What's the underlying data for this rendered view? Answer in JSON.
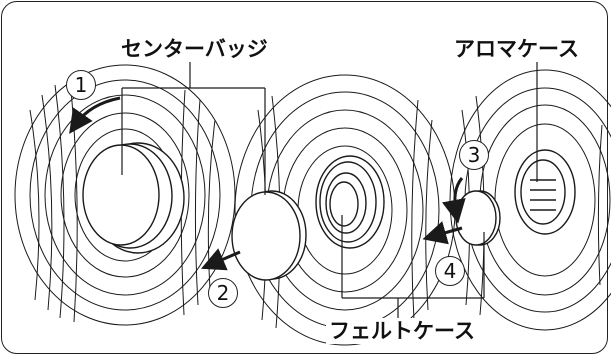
{
  "labels": {
    "center_badge": "センターバッジ",
    "aroma_case": "アロマケース",
    "felt_case": "フェルトケース"
  },
  "steps": {
    "s1": "1",
    "s2": "2",
    "s3": "3",
    "s4": "4"
  },
  "colors": {
    "line": "#1a1a1a",
    "fill": "#ffffff"
  }
}
